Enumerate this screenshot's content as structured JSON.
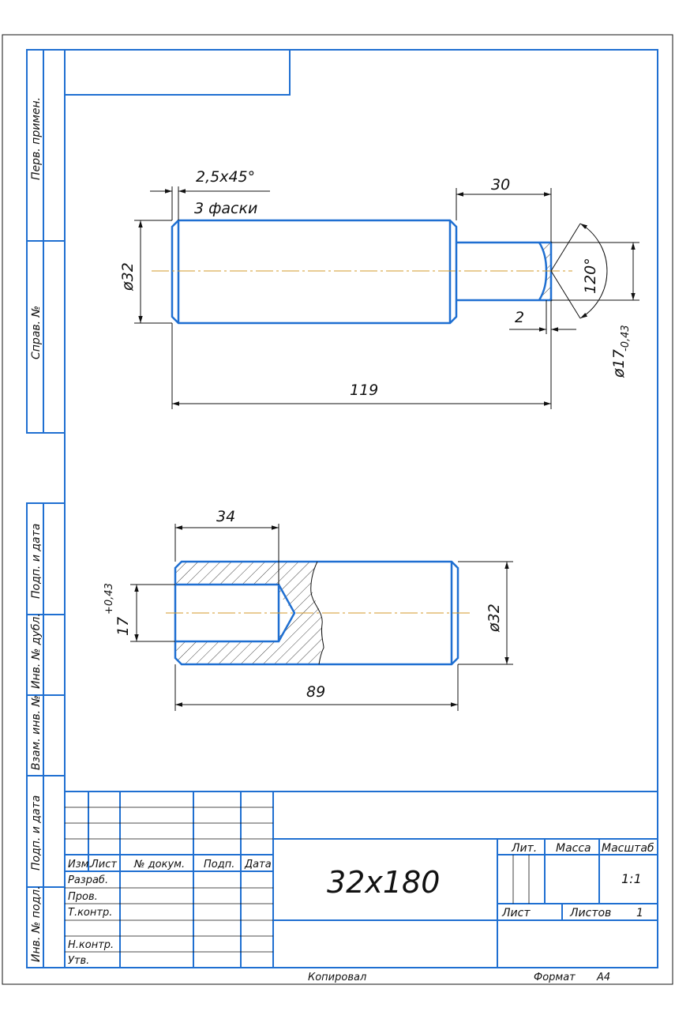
{
  "side_labels": {
    "perv_primen": "Перв. примен.",
    "sprav_no": "Справ. №",
    "podp_data_1": "Подп. и дата",
    "inv_dubl": "Инв. № дубл.",
    "vzam_inv": "Взам. инв. №",
    "podp_data_2": "Подп. и дата",
    "inv_podl": "Инв. № подл."
  },
  "view1": {
    "chamfer_size": "2,5x45°",
    "chamfer_note": "3 фаски",
    "dim_30": "30",
    "dim_dia32": "ø32",
    "dim_120": "120°",
    "dim_2": "2",
    "dim_dia17": "ø17",
    "dim_dia17_tol": "-0,43",
    "dim_119": "119"
  },
  "view2": {
    "dim_34": "34",
    "dim_17": "17",
    "dim_17_tol": "+0,43",
    "dim_dia32": "ø32",
    "dim_89": "89"
  },
  "title_block": {
    "col_izm": "Изм.",
    "col_list": "Лист",
    "col_dokum": "№ докум.",
    "col_podp": "Подп.",
    "col_data": "Дата",
    "row_razrab": "Разраб.",
    "row_prov": "Пров.",
    "row_tkontr": "Т.контр.",
    "row_nkontr": "Н.контр.",
    "row_utv": "Утв.",
    "designation": "32x180",
    "lit": "Лит.",
    "massa": "Масса",
    "masshtab": "Масштаб",
    "scale_value": "1:1",
    "sheet": "Лист",
    "sheets": "Листов",
    "sheets_value": "1"
  },
  "footer": {
    "kopiroval": "Копировал",
    "format_label": "Формат",
    "format_value": "A4"
  }
}
